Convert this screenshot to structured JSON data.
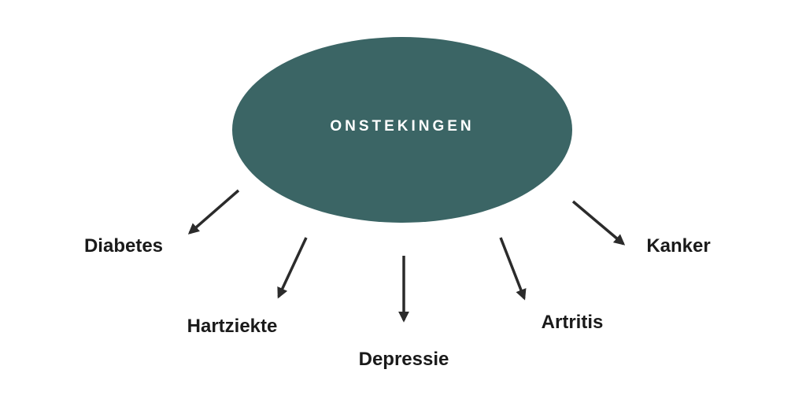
{
  "center": {
    "label": "ONSTEKINGEN",
    "color": "#3b6565"
  },
  "arrow_color": "#2b2b2b",
  "effects": [
    {
      "label": "Diabetes"
    },
    {
      "label": "Hartziekte"
    },
    {
      "label": "Depressie"
    },
    {
      "label": "Artritis"
    },
    {
      "label": "Kanker"
    }
  ]
}
